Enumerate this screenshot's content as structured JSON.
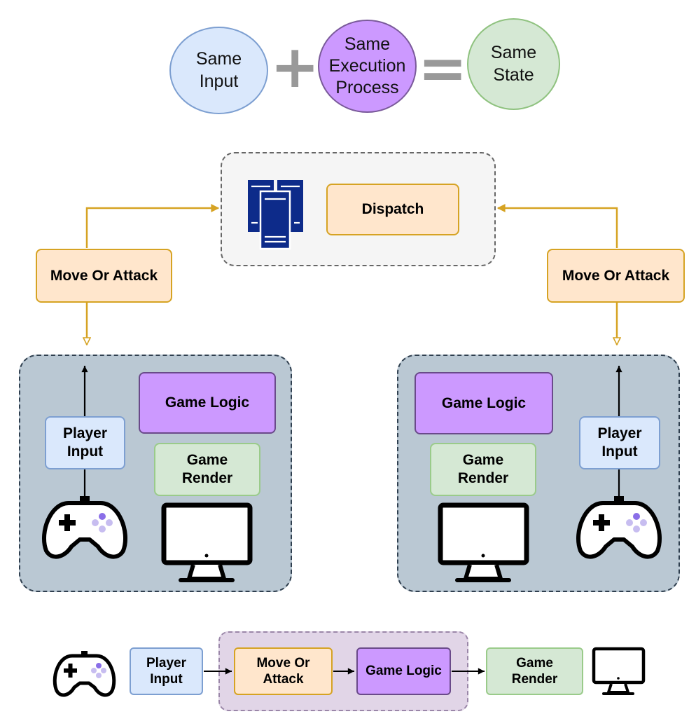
{
  "equation": {
    "input": "Same\nInput",
    "process": "Same\nExecution\nProcess",
    "state": "Same\nState",
    "plus": "+",
    "equals": "="
  },
  "server": {
    "dispatch": "Dispatch"
  },
  "left_client": {
    "move_or_attack": "Move Or Attack",
    "player_input": "Player\nInput",
    "game_logic": "Game Logic",
    "game_render": "Game\nRender"
  },
  "right_client": {
    "move_or_attack": "Move Or Attack",
    "player_input": "Player\nInput",
    "game_logic": "Game Logic",
    "game_render": "Game\nRender"
  },
  "pipeline": {
    "player_input": "Player\nInput",
    "move_or_attack": "Move Or\nAttack",
    "game_logic": "Game Logic",
    "game_render": "Game\nRender"
  },
  "colors": {
    "orange_fill": "#ffe6cc",
    "orange_stroke": "#d6a323",
    "purple_fill": "#cc99ff",
    "green_fill": "#d5e8d4",
    "blue_fill": "#dae8fc",
    "client_bg": "#bac8d3",
    "server_bg": "#f5f5f5",
    "server_icon": "#0d2b8a"
  }
}
